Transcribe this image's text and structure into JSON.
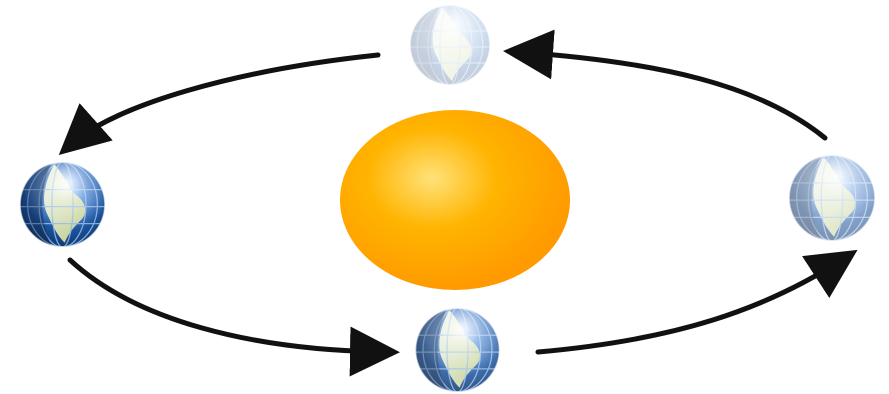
{
  "diagram": {
    "type": "orbit",
    "sun": {
      "name": "sun",
      "color_core": "#ffe27a",
      "color_mid": "#ffb400",
      "color_edge": "#ff9a00"
    },
    "earths": [
      {
        "id": "earth-top",
        "opacity": 0.25
      },
      {
        "id": "earth-left",
        "opacity": 1.0
      },
      {
        "id": "earth-bottom",
        "opacity": 0.85
      },
      {
        "id": "earth-right",
        "opacity": 0.55
      }
    ],
    "orbit": {
      "direction": "counterclockwise",
      "arrow_color": "#111111"
    },
    "colors": {
      "ocean": "#1f5aa8",
      "ocean_dark": "#0b2a55",
      "land": "#d8e2a6",
      "grid": "#8fb7e8",
      "background": "#ffffff"
    }
  }
}
